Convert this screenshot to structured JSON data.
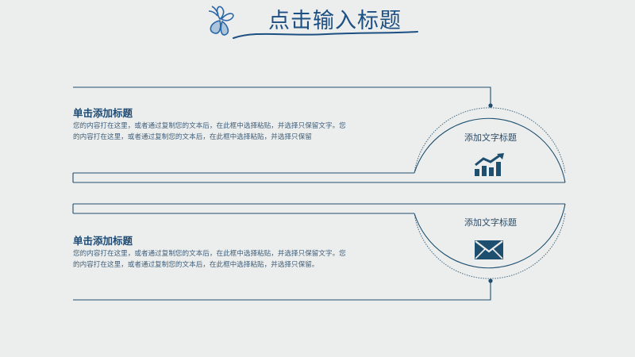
{
  "header": {
    "title": "点击输入标题"
  },
  "sections": [
    {
      "title": "单击添加标题",
      "body": "您的内容打在这里，或者通过复制您的文本后，在此框中选择粘贴，并选择只保留文字。您的内容打在这里，或者通过复制您的文本后，在此框中选择粘贴，并选择只保留",
      "circle_label": "添加文字标题",
      "icon": "bar-chart-up-icon"
    },
    {
      "title": "单击添加标题",
      "body": "您的内容打在这里，或者通过复制您的文本后，在此框中选择粘贴，并选择只保留文字。您的内容打在这里，或者通过复制您的文本后，在此框中选择粘贴，并选择只保留。",
      "circle_label": "添加文字标题",
      "icon": "envelope-icon"
    }
  ],
  "colors": {
    "background": "#eceeed",
    "accent": "#1c4f82",
    "line": "#1f4f6e"
  }
}
